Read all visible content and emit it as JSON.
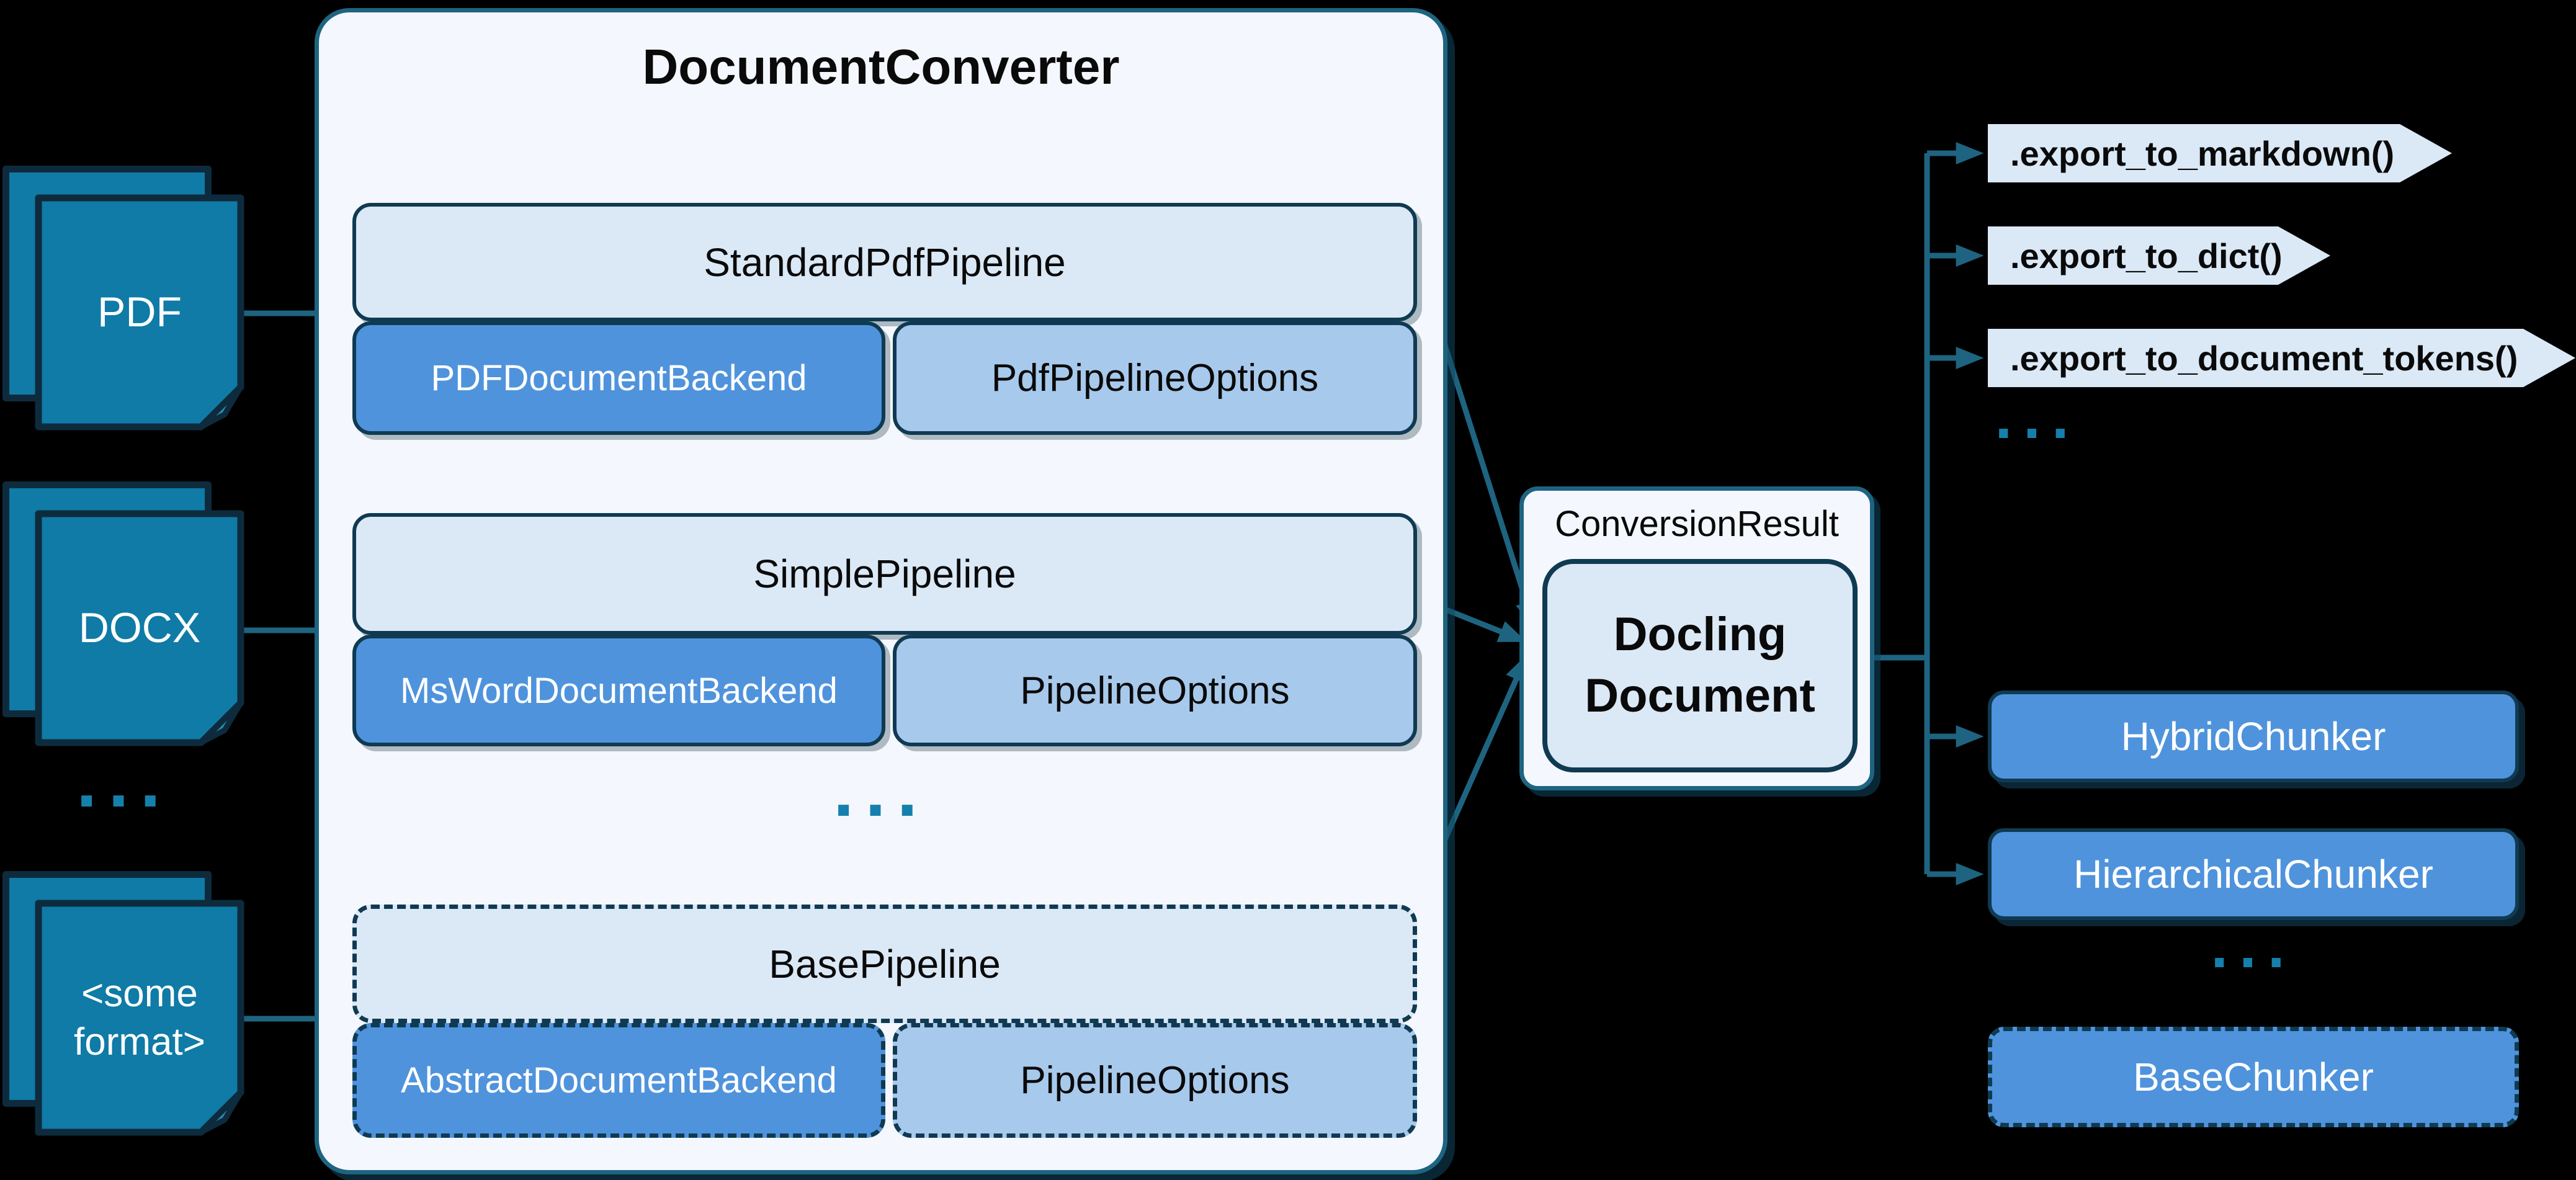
{
  "inputs": {
    "items": [
      {
        "label": "PDF"
      },
      {
        "label": "DOCX"
      },
      {
        "label": "<some format>"
      }
    ],
    "ellipsis": "..."
  },
  "converter": {
    "title": "DocumentConverter",
    "pipelines": [
      {
        "name": "StandardPdfPipeline",
        "backend": "PDFDocumentBackend",
        "options": "PdfPipelineOptions"
      },
      {
        "name": "SimplePipeline",
        "backend": "MsWordDocumentBackend",
        "options": "PipelineOptions"
      },
      {
        "name": "BasePipeline",
        "backend": "AbstractDocumentBackend",
        "options": "PipelineOptions"
      }
    ],
    "ellipsis": "..."
  },
  "result": {
    "label": "ConversionResult",
    "document": "Docling Document"
  },
  "exports": {
    "items": [
      {
        "label": ".export_to_markdown()"
      },
      {
        "label": ".export_to_dict()"
      },
      {
        "label": ".export_to_document_tokens()"
      }
    ],
    "ellipsis": "..."
  },
  "chunkers": {
    "items": [
      {
        "label": "HybridChunker"
      },
      {
        "label": "HierarchicalChunker"
      }
    ],
    "ellipsis": "...",
    "base": {
      "label": "BaseChunker"
    }
  },
  "colors": {
    "bg": "#000000",
    "panel": "#f4f7fd",
    "panelBorder": "#1e6480",
    "navy": "#0f3a52",
    "lightBox": "#dbe8f6",
    "midBox": "#a7c9ec",
    "accentBox": "#4f93dc",
    "docTeal": "#0f7ba6",
    "docBorder": "#0d2b3d",
    "docFold": "#2d8bad",
    "arrow": "#1e6480",
    "dots": "#1580ac",
    "ink": "#0a0a0a",
    "white": "#ffffff"
  }
}
